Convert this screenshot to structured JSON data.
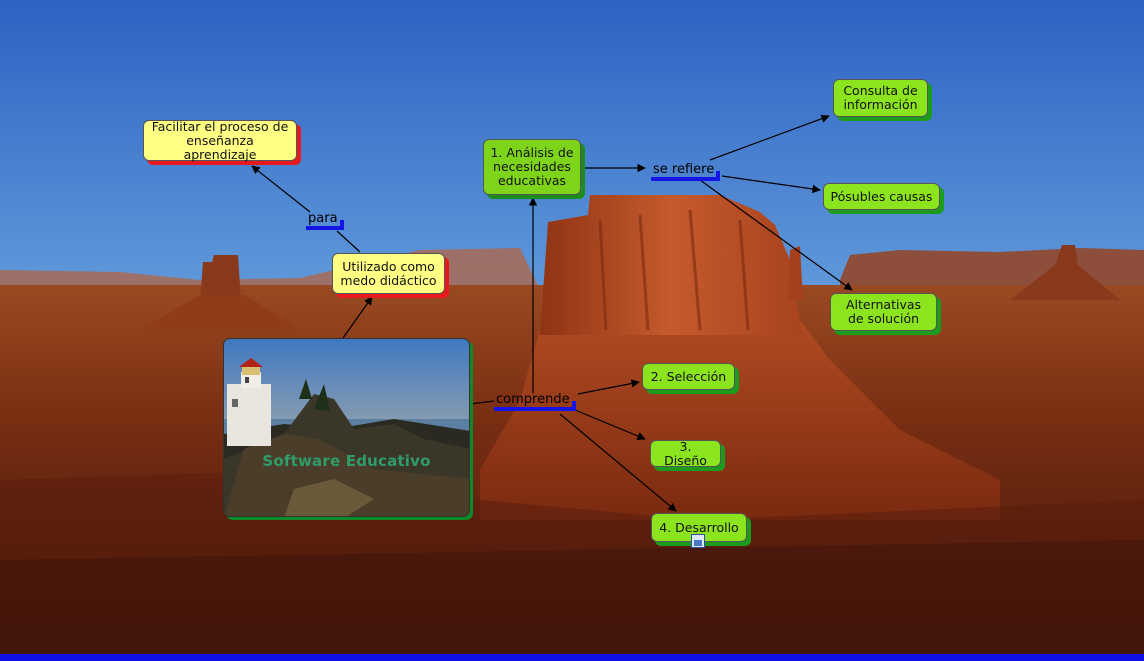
{
  "colors": {
    "linking_underline": "#1414e6",
    "yellow_node": "#ffff84",
    "yellow_shadow": "#e8191c",
    "green_node": "#8ce41e",
    "green_shadow": "#1c9c1c",
    "main_label": "#2f9c6a",
    "bottom_bar": "#1010e8"
  },
  "main_concept": {
    "label": "Software Educativo",
    "image": "lighthouse-photo"
  },
  "concepts": {
    "facilitar": "Facilitar el proceso de enseñanza aprendizaje",
    "utilizado": "Utilizado como medo didáctico",
    "analisis": "1. Análisis de necesidades educativas",
    "consulta": "Consulta de información",
    "posibles": "Pósubles causas",
    "alternativas": "Alternativas de solución",
    "seleccion": "2. Selección",
    "diseno": "3. Diseño",
    "desarrollo": "4. Desarrollo"
  },
  "linking_phrases": {
    "para": "para",
    "se_refiere": "se refiere",
    "comprende": "comprende"
  },
  "icons": {
    "background": "desert-butte-landscape",
    "resource": "resource-link-icon"
  }
}
